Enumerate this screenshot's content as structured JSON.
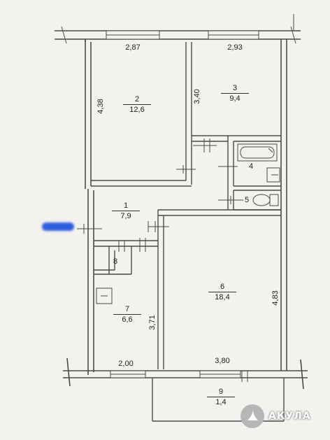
{
  "plan": {
    "dimensions": {
      "top_left": "2,87",
      "top_right": "2,93",
      "room2_height": "4,38",
      "room3_height": "3,40",
      "room7_height": "3,71",
      "room6_height": "4,83",
      "bottom_left": "2,00",
      "bottom_right": "3,80"
    },
    "rooms": [
      {
        "number": "2",
        "area": "12,6"
      },
      {
        "number": "3",
        "area": "9,4"
      },
      {
        "number": "4",
        "area": ""
      },
      {
        "number": "5",
        "area": ""
      },
      {
        "number": "1",
        "area": "7,9"
      },
      {
        "number": "8",
        "area": ""
      },
      {
        "number": "7",
        "area": "6,6"
      },
      {
        "number": "6",
        "area": "18,4"
      },
      {
        "number": "9",
        "area": "1,4"
      }
    ]
  },
  "brand": {
    "name": "АКУЛА",
    "icon": "shark-fin-icon",
    "color": "#b6b6b6"
  },
  "colors": {
    "wall": "#4a4a4a",
    "paper": "#f3f2ee",
    "redaction": "#2f5fe0"
  }
}
